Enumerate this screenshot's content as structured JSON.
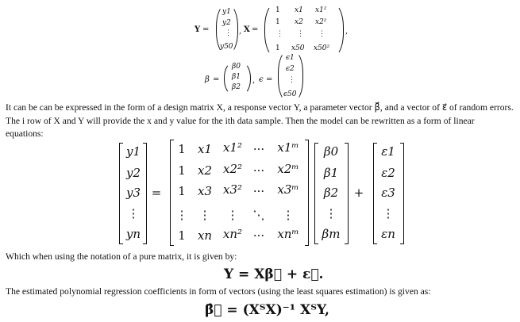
{
  "top_matrices": {
    "Y_label": "Y",
    "X_label": "X",
    "Y_entries": [
      "y1",
      "y2",
      "⋮",
      "y50"
    ],
    "X_rows": [
      [
        "1",
        "x1",
        "x1²"
      ],
      [
        "1",
        "x2",
        "x2²"
      ],
      [
        "⋮",
        "⋮",
        "⋮"
      ],
      [
        "1",
        "x50",
        "x50²"
      ]
    ],
    "beta_label": "β",
    "beta_entries": [
      "β0",
      "β1",
      "β2"
    ],
    "eps_label": "ϵ",
    "eps_entries": [
      "ϵ1",
      "ϵ2",
      "⋮",
      "ϵ50"
    ]
  },
  "paragraph1": "It can be can be expressed in the form of a design matrix X, a response vector Y, a parameter vector β⃗, and a vector of ε⃗ of random errors. The i row of X and Y will provide the x and y value for the ith data sample. Then the model can be rewritten as a form of linear equations:",
  "big_equation": {
    "y_col": [
      "y1",
      "y2",
      "y3",
      "⋮",
      "yn"
    ],
    "x_rows": [
      [
        "1",
        "x1",
        "x1²",
        "···",
        "x1ᵐ"
      ],
      [
        "1",
        "x2",
        "x2²",
        "···",
        "x2ᵐ"
      ],
      [
        "1",
        "x3",
        "x3²",
        "···",
        "x3ᵐ"
      ],
      [
        "⋮",
        "⋮",
        "⋮",
        "⋱",
        "⋮"
      ],
      [
        "1",
        "xn",
        "xn²",
        "···",
        "xnᵐ"
      ]
    ],
    "beta_col": [
      "β0",
      "β1",
      "β2",
      "⋮",
      "βm"
    ],
    "eps_col": [
      "ε1",
      "ε2",
      "ε3",
      "⋮",
      "εn"
    ],
    "equals": "=",
    "plus": "+"
  },
  "paragraph2": "Which when using the notation of a pure matrix, it is given by:",
  "matrix_equation": "Y = Xβ⃗ + ε⃗.",
  "paragraph3": "The estimated polynomial regression coefficients in form of vectors (using the least squares estimation) is given as:",
  "estimate_equation": "β̂⃗ = (XᵀX)⁻¹ XᵀY,"
}
